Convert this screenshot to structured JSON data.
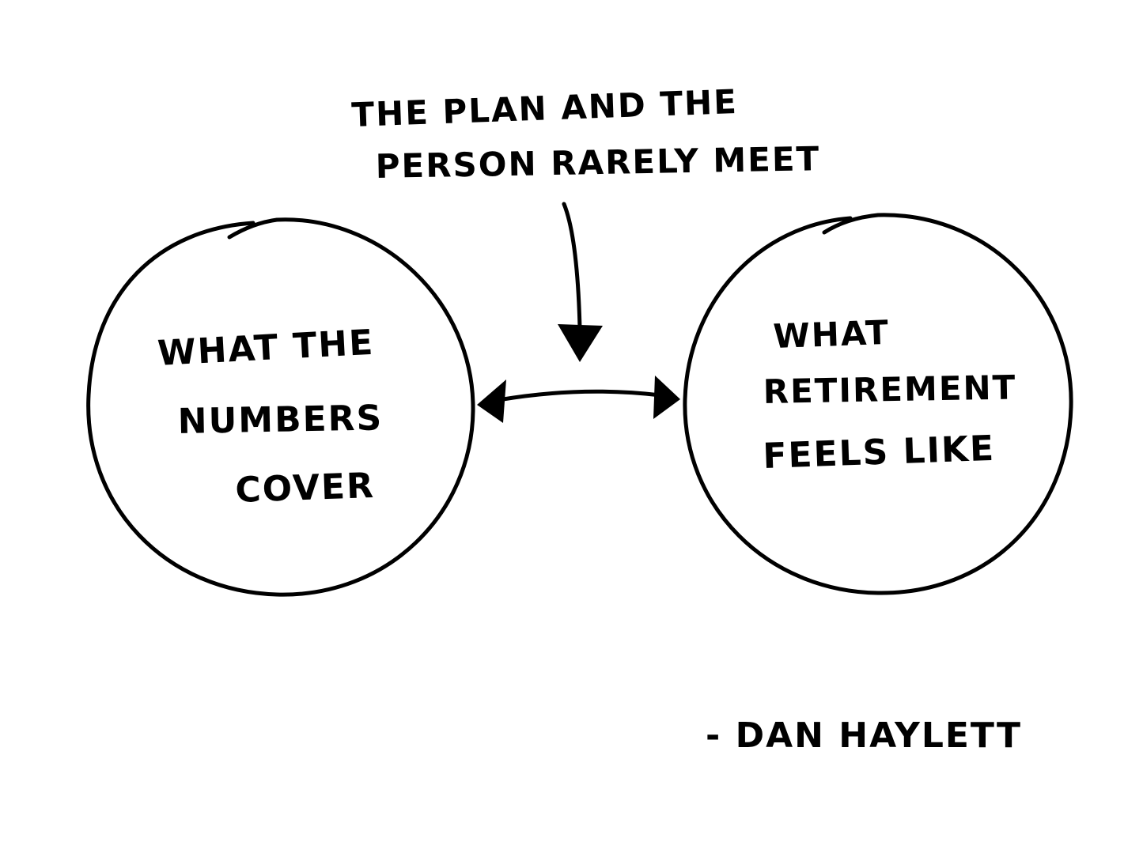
{
  "diagram": {
    "caption": {
      "line1": "THE PLAN AND THE",
      "line2": "PERSON RARELY MEET"
    },
    "left_circle": {
      "line1": "WHAT THE",
      "line2": "NUMBERS",
      "line3": "COVER"
    },
    "right_circle": {
      "line1": "WHAT",
      "line2": "RETIREMENT",
      "line3": "FEELS LIKE"
    },
    "signature": "- DAN HAYLETT",
    "colors": {
      "ink": "#000000",
      "background": "#ffffff"
    }
  }
}
